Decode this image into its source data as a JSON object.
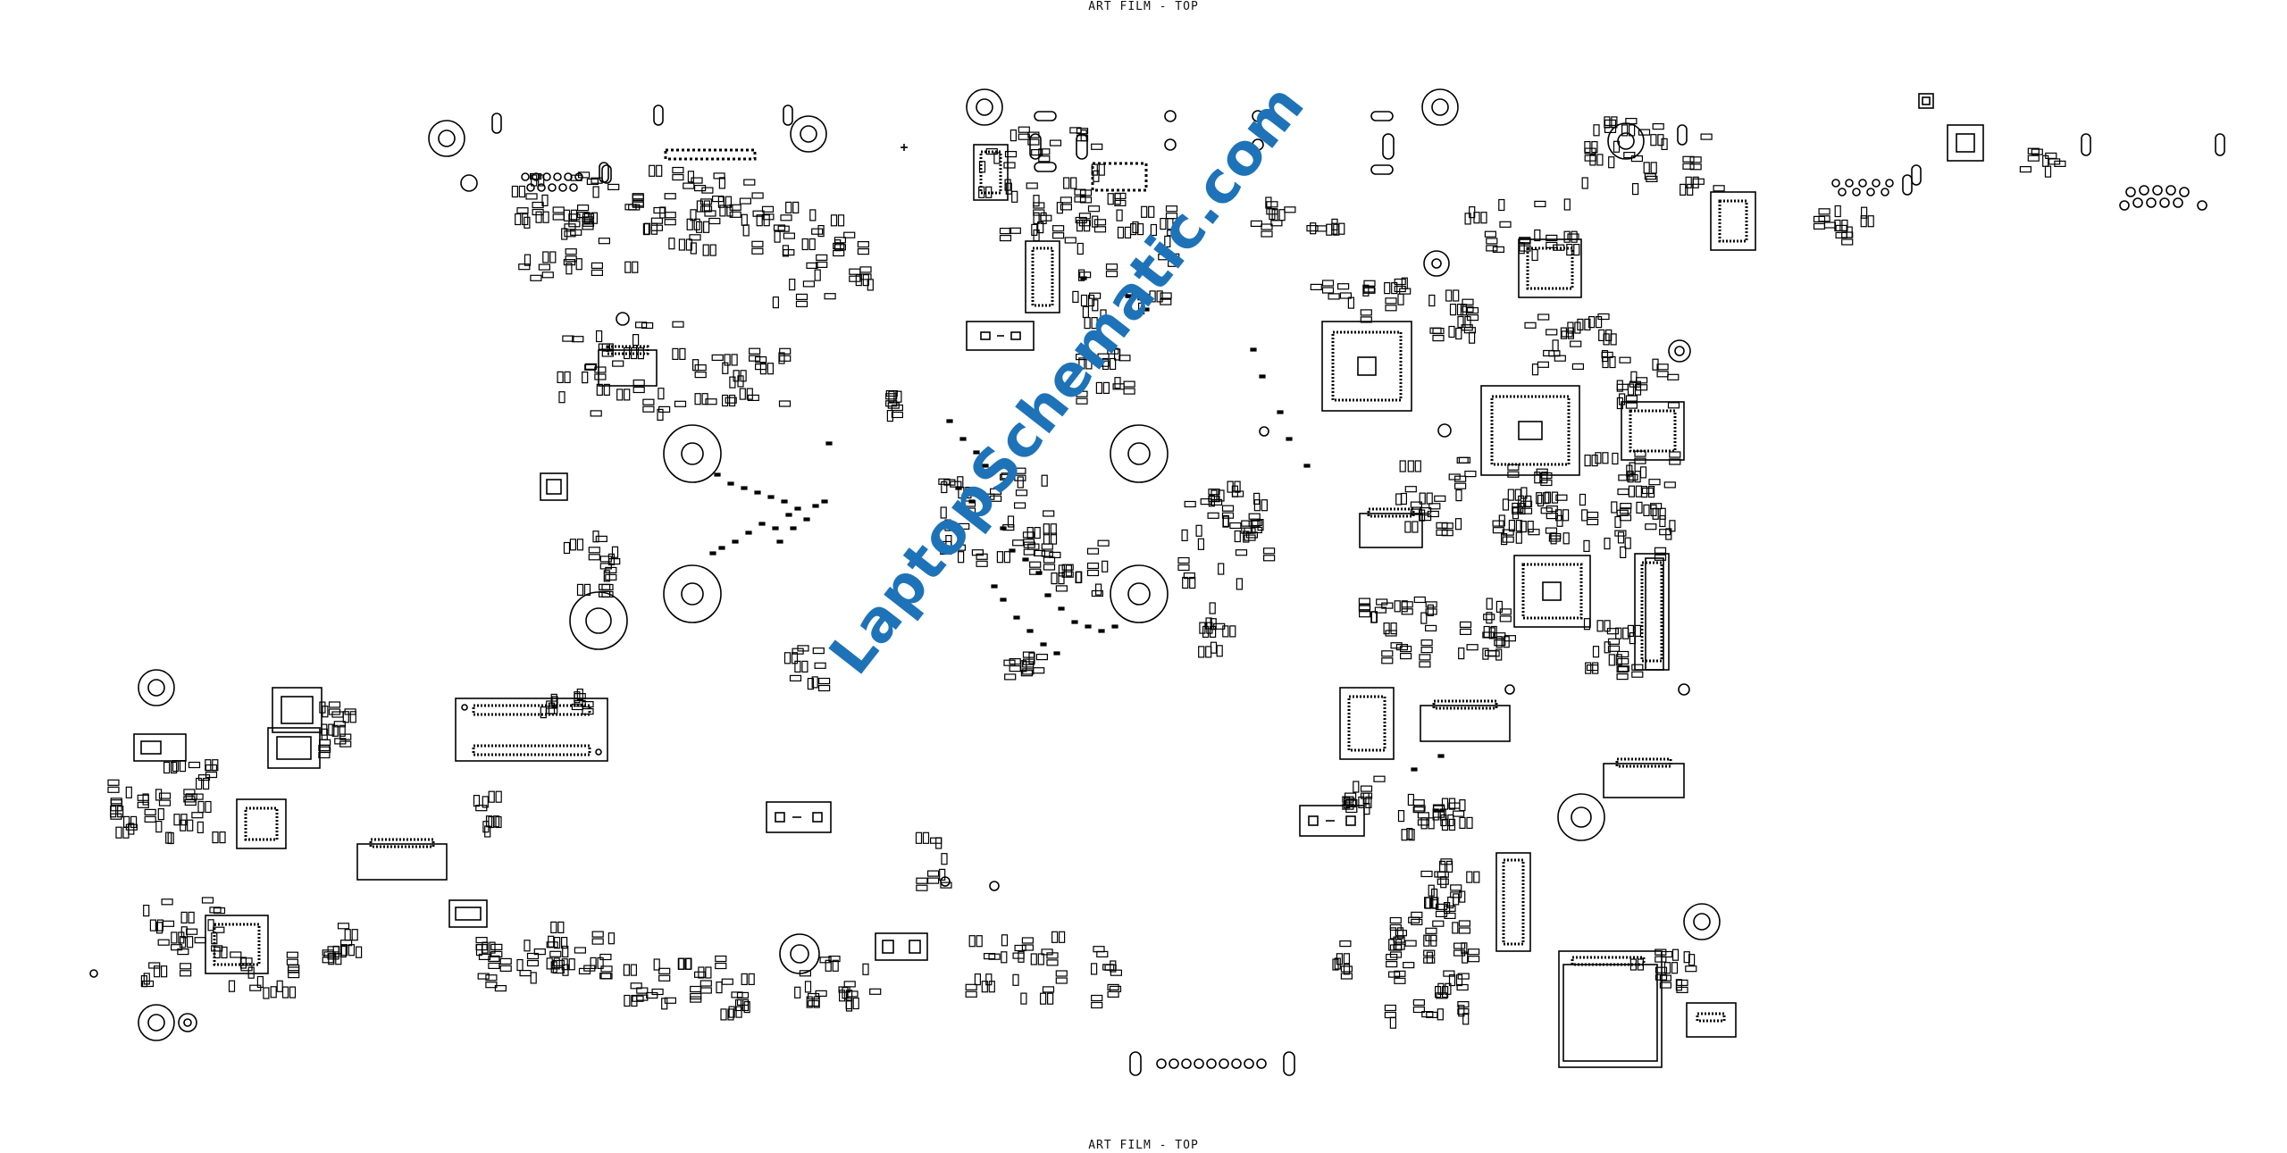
{
  "labels": {
    "top": "ART FILM - TOP",
    "bottom": "ART FILM - TOP"
  },
  "watermark": {
    "text": "LaptopSchematic.com",
    "color": "#1e73b8"
  },
  "colors": {
    "ink": "#000000",
    "background": "#ffffff"
  }
}
